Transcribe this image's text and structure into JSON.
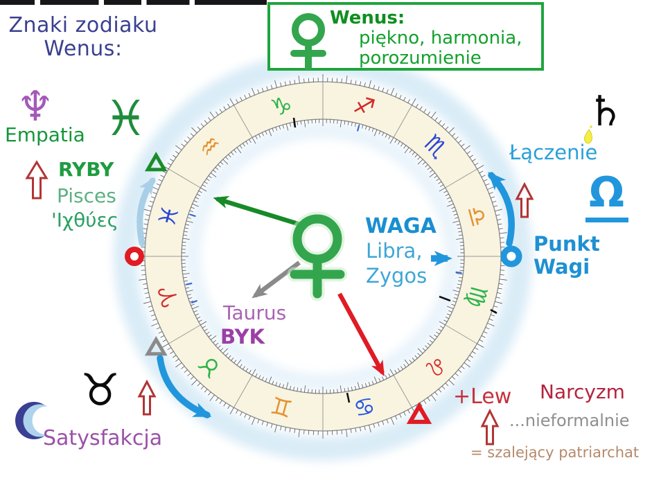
{
  "page_title": {
    "line1": "Znaki zodiaku",
    "line2": "Wenus:"
  },
  "venus_box": {
    "title": "Wenus:",
    "desc1": "piękno, harmonia,",
    "desc2": "porozumienie"
  },
  "pisces_group": {
    "neptune_symbol": "♆",
    "empatia": "Empatia",
    "pisces_symbol": "♓",
    "name_pl": "RYBY",
    "name_en": "Pisces",
    "name_gr": "'Ιχθύες"
  },
  "libra_group": {
    "saturn_symbol": "♄",
    "laczenie": "Łączenie",
    "libra_symbol": "Ω",
    "punkt": "Punkt",
    "wagi": "Wagi",
    "waga": "WAGA",
    "libra": "Libra,",
    "zygos": "Zygos"
  },
  "taurus_group": {
    "taurus": "Taurus",
    "byk": "BYK",
    "taurus_symbol": "♉",
    "satysfakcja": "Satysfakcja"
  },
  "leo_group": {
    "plus_lew": "+Lew",
    "narcyzm": "Narcyzm",
    "nieformalnie": "...nieformalnie",
    "patriarchat": "= szalejący patriarchat"
  },
  "wheel": {
    "ring_fill": "#f9f4e0",
    "rim_color": "#888888",
    "tick_color": "#555555",
    "halo_color": "#d6eaf6",
    "signs": [
      {
        "name": "sagittarius",
        "glyph": "♐",
        "color": "#d42a2a",
        "angle": 15
      },
      {
        "name": "scorpio",
        "glyph": "♏",
        "color": "#2b47d4",
        "angle": 45
      },
      {
        "name": "libra",
        "glyph": "♎",
        "color": "#e59231",
        "angle": 75
      },
      {
        "name": "virgo",
        "glyph": "♍",
        "color": "#2db34a",
        "angle": 105
      },
      {
        "name": "leo",
        "glyph": "♌",
        "color": "#d42a2a",
        "angle": 135
      },
      {
        "name": "cancer",
        "glyph": "♋",
        "color": "#2456e0",
        "angle": 165
      },
      {
        "name": "gemini",
        "glyph": "♊",
        "color": "#e59231",
        "angle": 195
      },
      {
        "name": "taurus",
        "glyph": "♉",
        "color": "#2db34a",
        "angle": 225
      },
      {
        "name": "aries",
        "glyph": "♈",
        "color": "#d42a2a",
        "angle": 255
      },
      {
        "name": "pisces",
        "glyph": "♓",
        "color": "#2b47d4",
        "angle": 285
      },
      {
        "name": "aquarius",
        "glyph": "♒",
        "color": "#e59231",
        "angle": 315
      },
      {
        "name": "capricorn",
        "glyph": "♑",
        "color": "#2db34a",
        "angle": 345
      }
    ],
    "markers": [
      {
        "name": "vernal-point-circle",
        "shape": "circle",
        "color": "#e01b24",
        "angle": 270,
        "size": 10,
        "stroke": 8
      },
      {
        "name": "libra-point-circle",
        "shape": "circle",
        "color": "#2196dc",
        "angle": 90,
        "size": 11,
        "stroke": 9
      },
      {
        "name": "pisces-cusp-triangle",
        "shape": "triangle",
        "color": "#1a8c28",
        "angle": 300,
        "size": 12,
        "stroke": 5
      },
      {
        "name": "taurus-cusp-triangle",
        "shape": "triangle",
        "color": "#8a8a8a",
        "angle": 240,
        "size": 12,
        "stroke": 5
      },
      {
        "name": "leo-cusp-triangle",
        "shape": "triangle",
        "color": "#e01b24",
        "angle": 150,
        "size": 13,
        "stroke": 6
      }
    ]
  },
  "colors": {
    "green": "#189a33",
    "blue": "#2196dc",
    "purple": "#a05ab0",
    "red": "#e01b24",
    "navy": "#3b4090",
    "crimson": "#b5243c",
    "gray": "#8a8a8a",
    "tan": "#b5896b"
  }
}
